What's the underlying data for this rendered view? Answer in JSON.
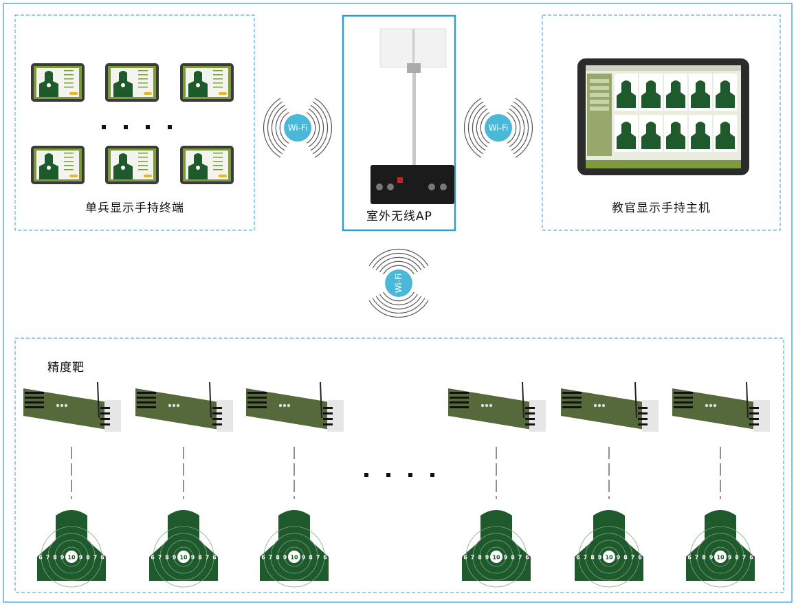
{
  "terminals": {
    "label": "单兵显示手持终端"
  },
  "access_point": {
    "label": "室外无线AP"
  },
  "host": {
    "label": "教官显示手持主机"
  },
  "targets": {
    "label": "精度靶",
    "ring_numbers": [
      "6",
      "7",
      "8",
      "9",
      "10",
      "9",
      "8",
      "7",
      "6"
    ]
  },
  "wifi": {
    "label": "Wi-Fi"
  },
  "colors": {
    "border": "#2a9fd6",
    "wifi_badge": "#4bb8da",
    "target_green": "#1e5a2c",
    "device_green": "#56693a"
  }
}
